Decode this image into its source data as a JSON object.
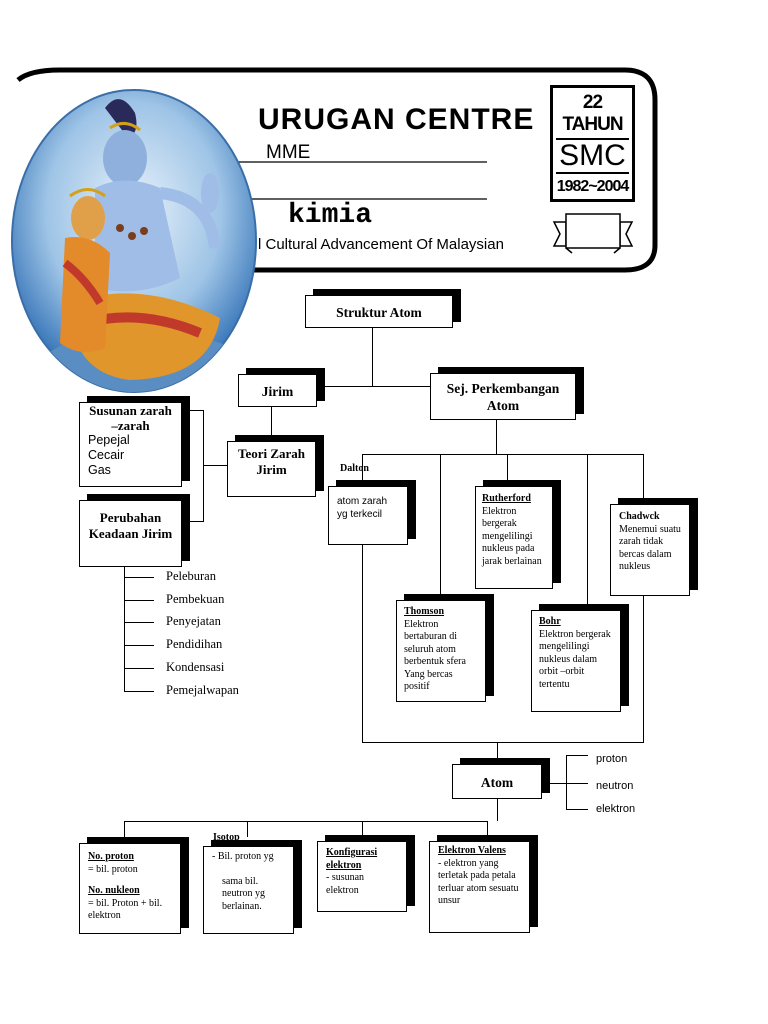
{
  "header": {
    "centre_name": "URUGAN CENTRE",
    "programme_fragment": "MME",
    "subject": "kimia",
    "subtitle": "l Cultural Advancement Of Malaysian",
    "badge_line1": "22 TAHUN",
    "badge_line2": "SMC",
    "badge_line3": "1982~2004"
  },
  "diagram": {
    "root": "Struktur Atom",
    "jirim": "Jirim",
    "sejarah": "Sej. Perkembangan Atom",
    "susunan": {
      "title": "Susunan zarah –zarah",
      "items": [
        "Pepejal",
        "Cecair",
        "Gas"
      ]
    },
    "teori": "Teori Zarah Jirim",
    "perubahan": "Perubahan Keadaan Jirim",
    "processes": [
      "Peleburan",
      "Pembekuan",
      "Penyejatan",
      "Pendidihan",
      "Kondensasi",
      "Pemejalwapan"
    ],
    "dalton": {
      "title": "Dalton",
      "text": "atom zarah yg terkecil"
    },
    "rutherford": {
      "title": "Rutherford",
      "text": "Elektron bergerak mengelilingi nukleus pada jarak berlainan"
    },
    "chadwick": {
      "title": "Chadwck",
      "text": "Menemui suatu zarah tidak bercas dalam nukleus"
    },
    "thomson": {
      "title": "Thomson",
      "text": "Elektron bertaburan di seluruh atom berbentuk sfera Yang bercas positif"
    },
    "bohr": {
      "title": "Bohr",
      "text": "Elektron bergerak mengelilingi nukleus dalam orbit –orbit tertentu"
    },
    "atom": "Atom",
    "particles": [
      "proton",
      "neutron",
      "elektron"
    ],
    "no_proton": {
      "title": "No. proton",
      "text": "= bil. proton"
    },
    "no_nukleon": {
      "title": "No. nukleon",
      "text": "= bil. Proton + bil. elektron"
    },
    "isotop": {
      "title": "Isotop",
      "line1": "- Bil. proton yg",
      "line2": "sama bil. neutron yg berlainan."
    },
    "konfigurasi": {
      "title": "Konfigurasi elektron",
      "text": "- susunan elektron"
    },
    "valens": {
      "title": "Elektron Valens",
      "text": "- elektron yang terletak pada petala terluar atom sesuatu unsur"
    }
  }
}
